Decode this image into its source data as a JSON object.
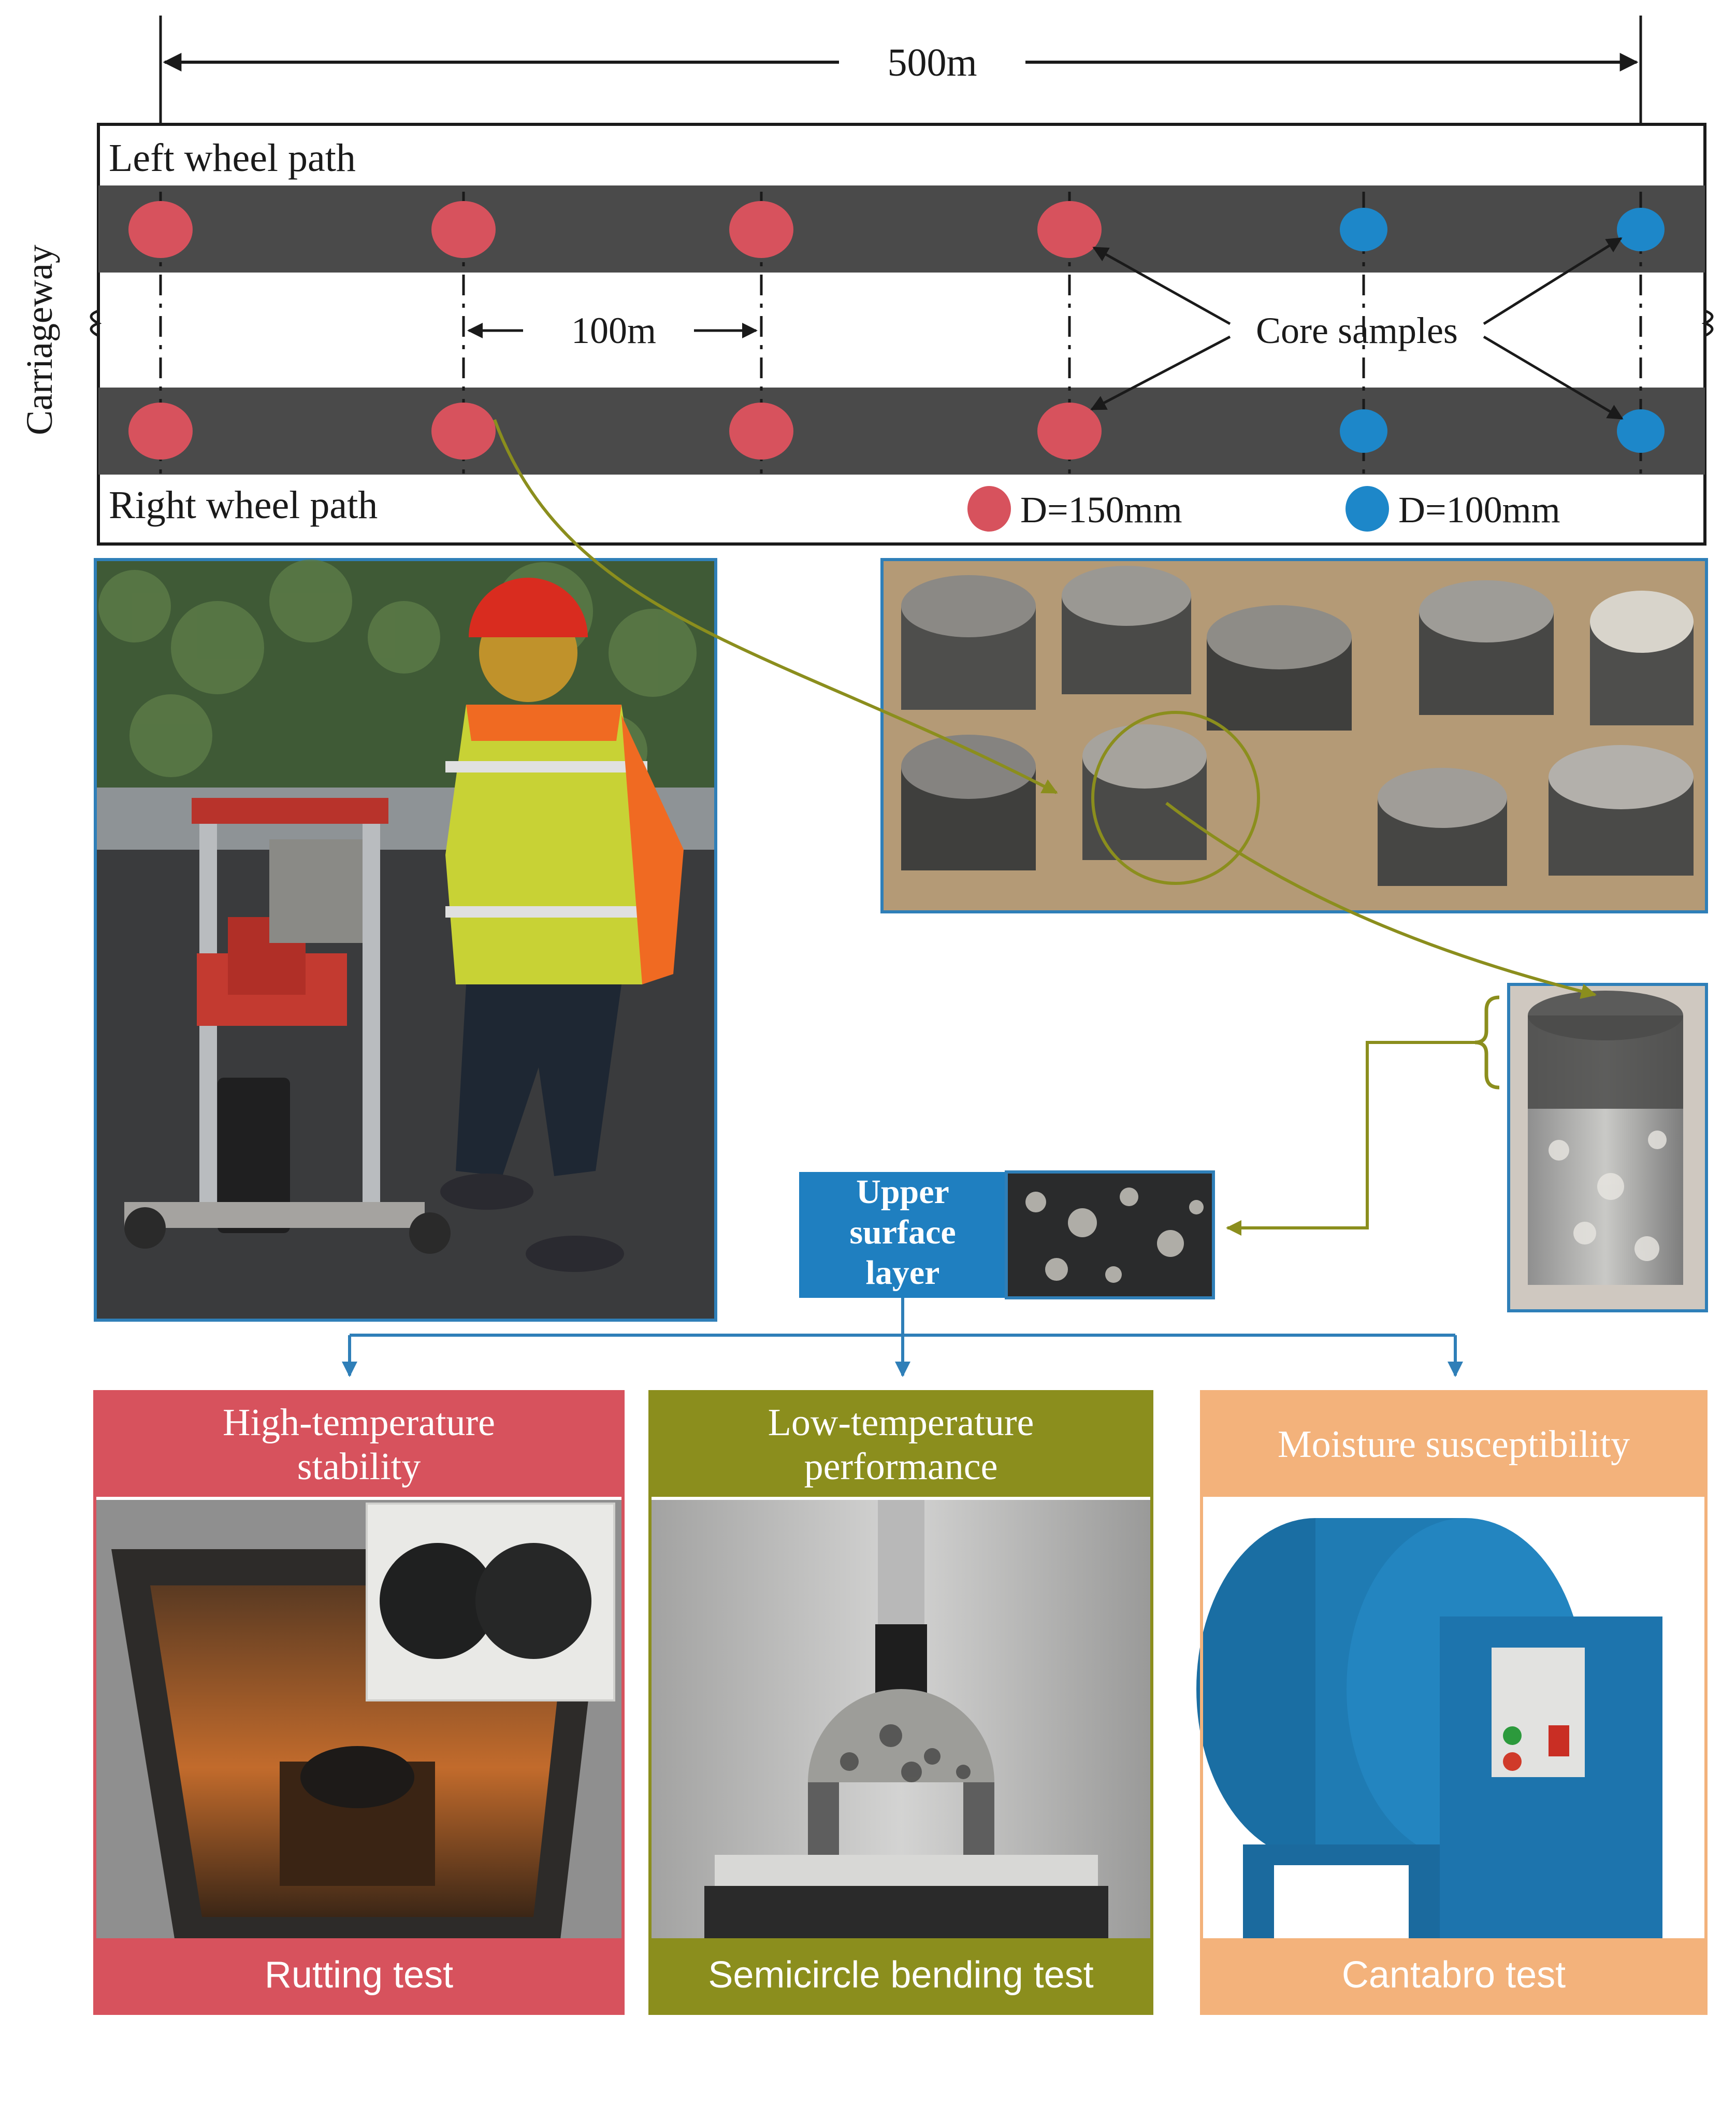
{
  "plan": {
    "length_label": "500m",
    "spacing_label": "100m",
    "side_label": "Carriageway",
    "left_path_label": "Left wheel path",
    "right_path_label": "Right wheel path",
    "core_samples_label": "Core samples",
    "legend": [
      {
        "label": "D=150mm",
        "color": "#d7525d"
      },
      {
        "label": "D=100mm",
        "color": "#1d87c9"
      }
    ],
    "core_points_per_path": [
      {
        "diameter": "D=150mm"
      },
      {
        "diameter": "D=150mm"
      },
      {
        "diameter": "D=150mm"
      },
      {
        "diameter": "D=150mm"
      },
      {
        "diameter": "D=100mm"
      },
      {
        "diameter": "D=100mm"
      }
    ]
  },
  "upper_layer_label": "Upper surface layer",
  "tests": [
    {
      "property": "High-temperature stability",
      "test": "Rutting test",
      "color": "#d7525d"
    },
    {
      "property": "Low-temperature performance",
      "test": "Semicircle bending test",
      "color": "#8b8e1d"
    },
    {
      "property": "Moisture susceptibility",
      "test": "Cantabro test",
      "color": "#f3b27b"
    }
  ],
  "colors": {
    "lane_band": "#4a4a4a",
    "outline": "#1a1a1a",
    "photo_frame": "#2f7fb8",
    "flow_arrow": "#2f7fb8",
    "olive_arrow": "#8b8e1d",
    "large_core": "#d7525d",
    "small_core": "#1d87c9"
  }
}
